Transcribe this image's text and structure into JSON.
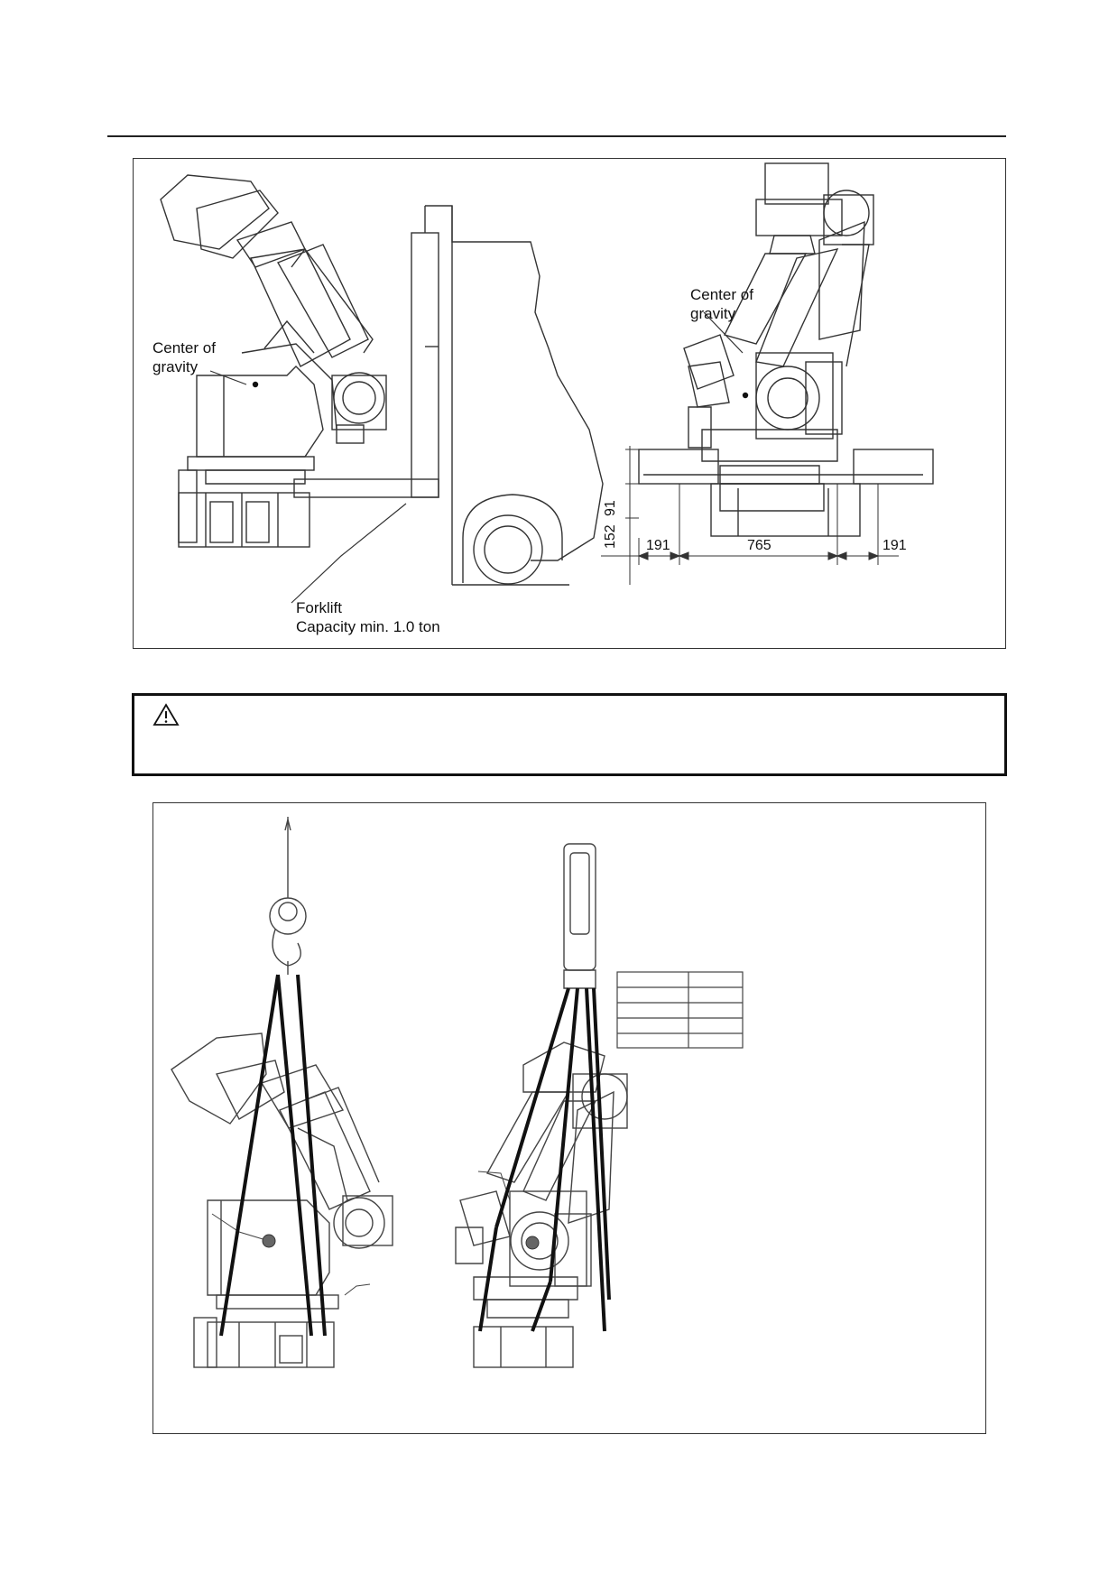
{
  "figure_forklift": {
    "label_cog_left_line1": "Center of",
    "label_cog_left_line2": "gravity",
    "label_cog_right_line1": "Center of",
    "label_cog_right_line2": "gravity",
    "label_forklift_line1": "Forklift",
    "label_forklift_line2": "Capacity min. 1.0 ton",
    "dim_left": "191",
    "dim_center": "765",
    "dim_right": "191",
    "dim_height_1": "152",
    "dim_height_2": "91"
  },
  "warning": {
    "icon": "caution-triangle-icon",
    "text": ""
  },
  "figure_crane": {
    "table_rows": 5,
    "table_columns": 2
  }
}
